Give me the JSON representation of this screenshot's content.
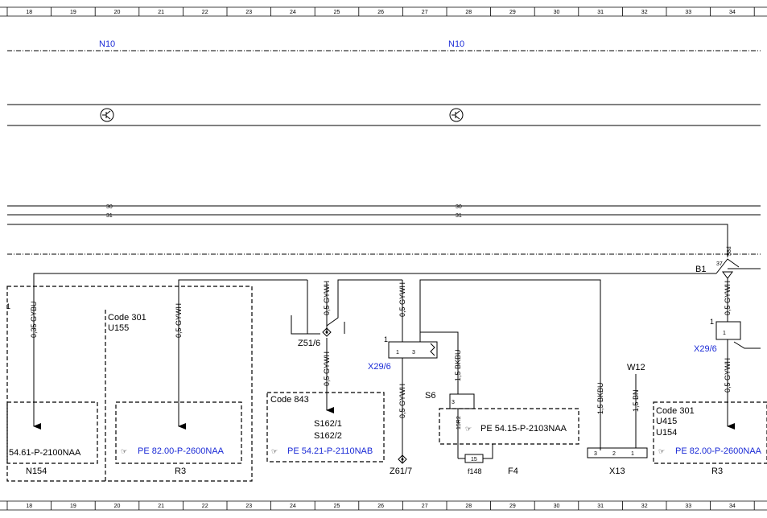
{
  "ruler_numbers": [
    "18",
    "19",
    "20",
    "21",
    "22",
    "23",
    "24",
    "25",
    "26",
    "27",
    "28",
    "29",
    "30",
    "31",
    "32",
    "33",
    "34"
  ],
  "modules": {
    "n10_left": "N10",
    "n10_right": "N10"
  },
  "bus": {
    "line30_left": "30",
    "line31_left": "31",
    "line30_right": "30",
    "line31_right": "31"
  },
  "wires": {
    "w_gybu": "0,35 GYBU",
    "w_gywh_a": "0,5 GYWH",
    "w_gywh_b": "0,5 GYWH",
    "w_gywh_c": "0,5 GYWH",
    "w_gywh_d": "0,5 GYWH",
    "w_gywh_e": "0,5 GYWH",
    "w_gywh_f": "0,5 GYWH",
    "w_gywh_g": "0,5 GYWH",
    "w_bkbu_a": "1,5 BKBU",
    "w_bkbu_b": "1,5 BKBU",
    "w_bn": "1,5 BN"
  },
  "labels": {
    "code301_u155": "Code 301",
    "u155": "U155",
    "code843": "Code 843",
    "s162_1": "S162/1",
    "s162_2": "S162/2",
    "code301_right": "Code 301",
    "u415": "U415",
    "u154": "U154",
    "z51_6": "Z51/6",
    "x29_6_left": "X29/6",
    "x29_6_right": "X29/6",
    "s6": "S6",
    "w12": "W12",
    "b1": "B1",
    "f148": "f148",
    "f4": "F4",
    "x13": "X13",
    "z61_7": "Z61/7",
    "n154": "N154",
    "r3_left": "R3",
    "r3_right": "R3",
    "pin_37": "37",
    "pin_58d": "58d",
    "pin_1a": "1",
    "pin_1b": "1",
    "pin_3a": "3",
    "pin_1c": "1",
    "pin_3b": "3",
    "pin_15r2": "15R2",
    "pin_15": "15",
    "pin_3c": "3",
    "pin_2": "2",
    "pin_1d": "1",
    "pin_1e": "1",
    "pin_1f": "1"
  },
  "refs": {
    "ref_n154": "54.61-P-2100NAA",
    "ref_r3_left": "PE 82.00-P-2600NAA",
    "ref_s162": "PE 54.21-P-2110NAB",
    "ref_s6": "PE 54.15-P-2103NAA",
    "ref_r3_right": "PE 82.00-P-2600NAA"
  },
  "colors": {
    "link": "#1a2ad6",
    "line": "#000000"
  },
  "icons": {
    "ref": "pointing-hand-icon",
    "module": "transistor-icon"
  }
}
